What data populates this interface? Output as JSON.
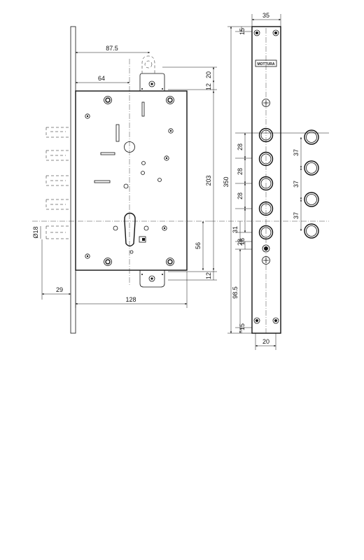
{
  "brand": "MOTTURA",
  "dimensions": {
    "d_87_5": "87.5",
    "d_64": "64",
    "d_20_top": "20",
    "d_12_top": "12",
    "d_203": "203",
    "d_350": "350",
    "d_56": "56",
    "d_12_bottom": "12",
    "d_128": "128",
    "d_29": "29",
    "d_phi18": "Ø18",
    "d_35": "35",
    "d_15_top": "15",
    "d_28_a": "28",
    "d_28_b": "28",
    "d_28_c": "28",
    "d_28_d": "28",
    "d_31": "31",
    "d_16": "16",
    "d_98_5": "98.5",
    "d_15_bottom": "15",
    "d_20_bottom": "20",
    "d_37_a": "37",
    "d_37_b": "37",
    "d_37_c": "37"
  }
}
